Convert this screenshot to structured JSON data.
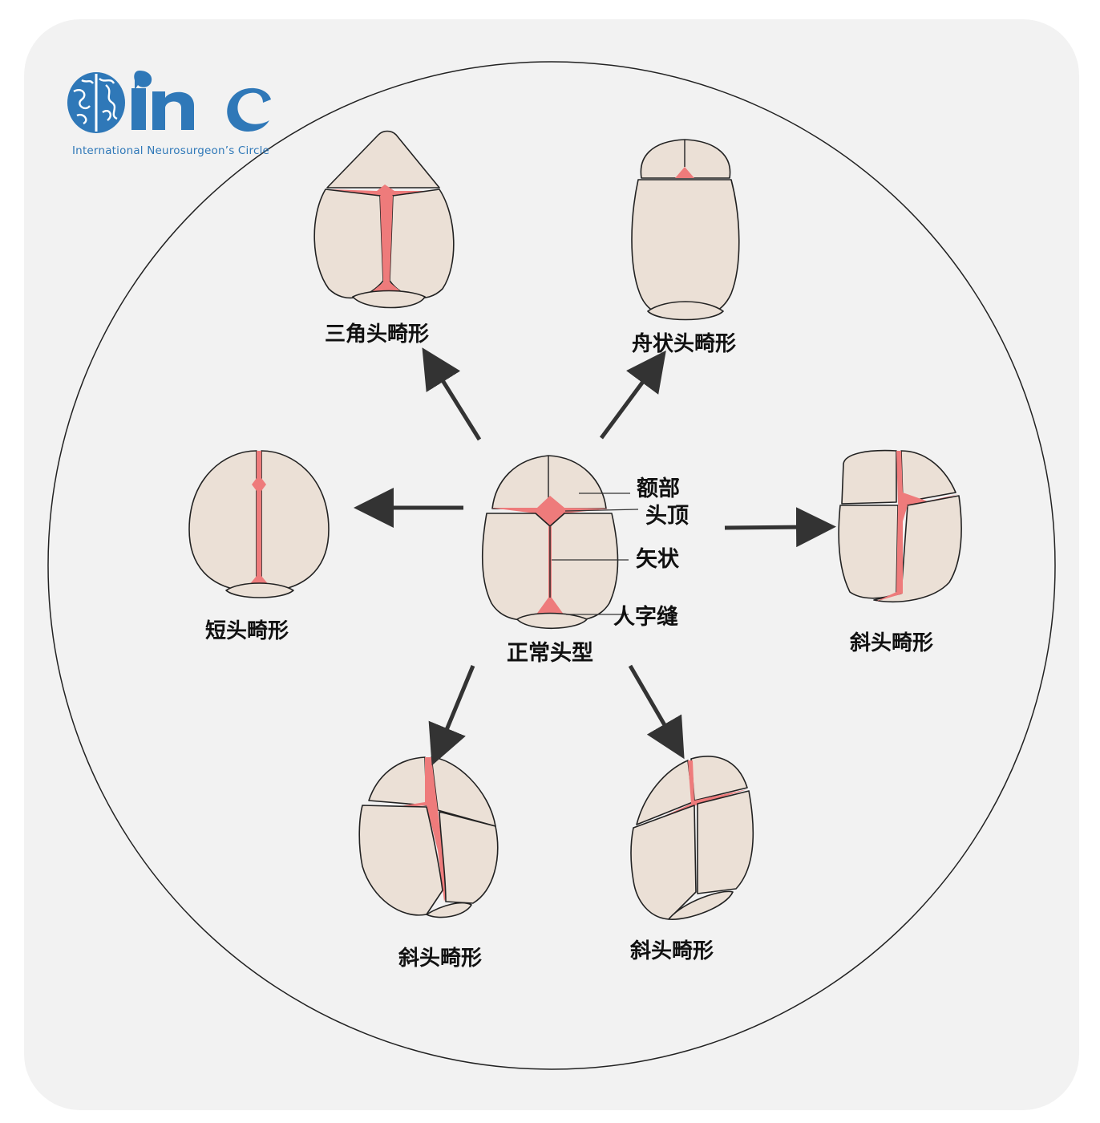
{
  "logo": {
    "wordmark": "inc",
    "tagline": "International  Neurosurgeon’s  Circle",
    "brand_color": "#2f78b8"
  },
  "center": {
    "label": "正常头型",
    "parts": {
      "frontal": "额部",
      "coronal": "头顶",
      "sagittal": "矢状",
      "lambdoid": "人字缝"
    }
  },
  "variants": {
    "trigonocephaly": "三角头畸形",
    "scaphocephaly": "舟状头畸形",
    "brachycephaly": "短头畸形",
    "plagio_right": "斜头畸形",
    "plagio_bottom_left": "斜头畸形",
    "plagio_bottom_right": "斜头畸形"
  },
  "colors": {
    "bone": "#ebe0d6",
    "fontanelle": "#ee7b7b",
    "background": "#f2f2f2"
  }
}
